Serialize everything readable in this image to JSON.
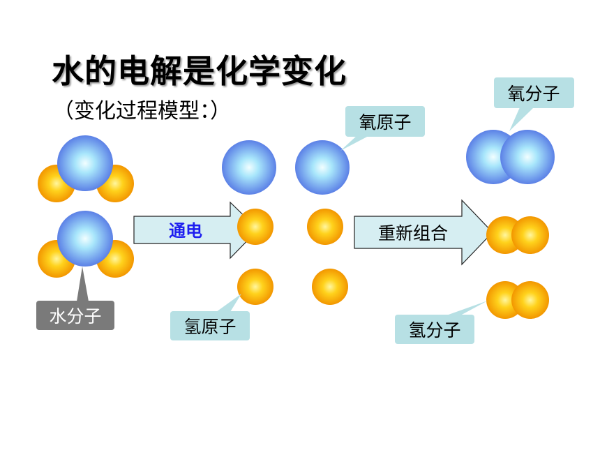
{
  "title": "水的电解是化学变化",
  "subtitle": "（变化过程模型：）",
  "labels": {
    "water_molecule": "水分子",
    "electrify": "通电",
    "recombine": "重新组合",
    "oxygen_atom": "氧原子",
    "hydrogen_atom": "氢原子",
    "oxygen_molecule": "氧分子",
    "hydrogen_molecule": "氢分子"
  },
  "colors": {
    "oxygen": "#6a94ee",
    "hydrogen": "#f6a10c",
    "arrow_fill": "#d6eef2",
    "callout_fill": "#b7e0e4",
    "dark_callout": "#7a7a7a"
  }
}
